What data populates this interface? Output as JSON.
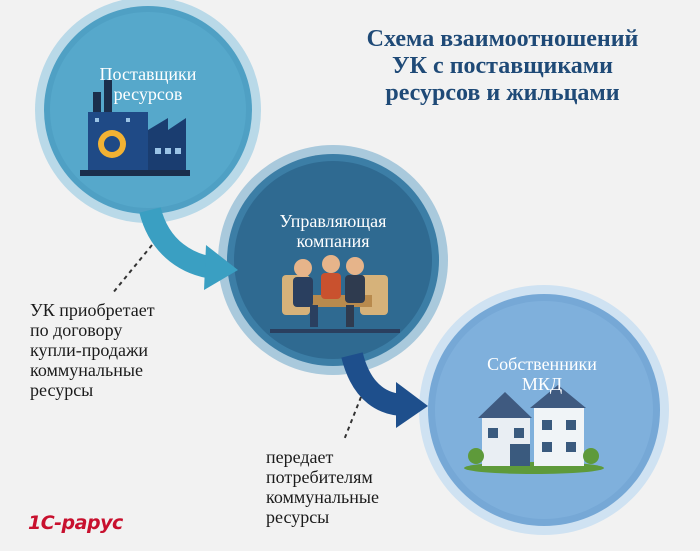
{
  "title": {
    "line1": "Схема взаимоотношений",
    "line2": "УК с поставщиками",
    "line3": "ресурсов и жильцами"
  },
  "nodes": {
    "suppliers": {
      "line1": "Поставщики",
      "line2": "ресурсов",
      "icon": "factory-icon"
    },
    "management": {
      "line1": "Управляющая",
      "line2": "компания",
      "icon": "meeting-people-icon"
    },
    "owners": {
      "line1": "Собственники",
      "line2": "МКД",
      "icon": "house-icon"
    }
  },
  "notes": {
    "first": [
      "УК приобретает",
      "по договору",
      "купли-продажи",
      "коммунальные",
      "ресурсы"
    ],
    "second": [
      "передает",
      "потребителям",
      "коммунальные",
      "ресурсы"
    ]
  },
  "logo": {
    "text": "1С-рарус"
  },
  "colors": {
    "background": "#f2f2f2",
    "circle_light": "#4fa0c4",
    "circle_mid": "#3c7ea6",
    "circle_dark": "#2b5f86",
    "circle_owners": "#76a8d6",
    "arrow1": "#3a9fc2",
    "arrow2": "#1e4f8c",
    "title": "#1f4a77",
    "logo": "#c8102e"
  }
}
